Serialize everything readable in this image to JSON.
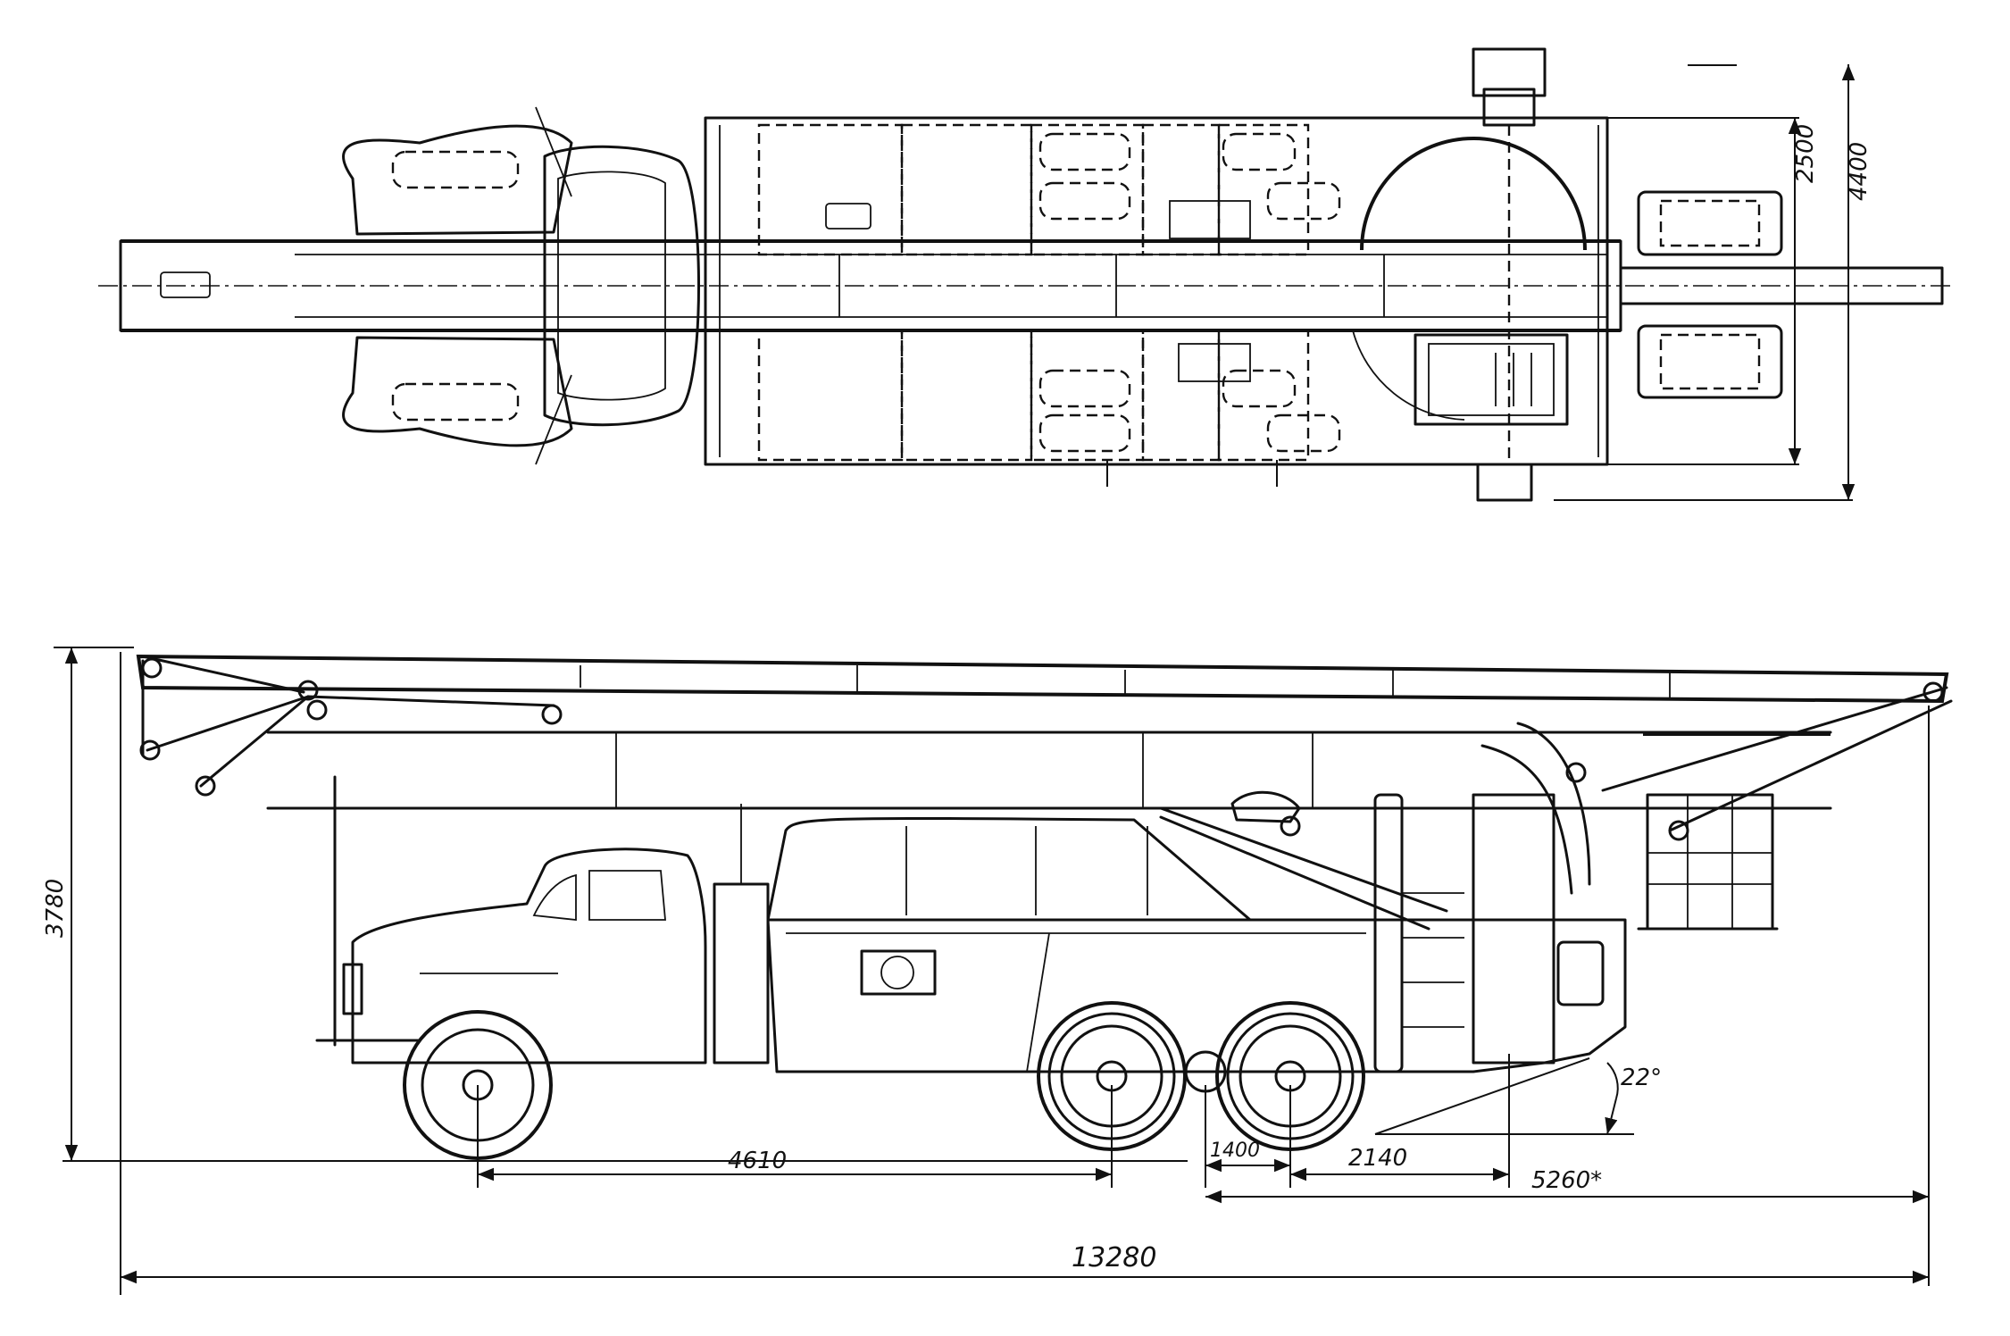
{
  "dimensions": {
    "overall_length": "13280",
    "height": "3780",
    "wheelbase_front": "4610",
    "rear_axle_spacing": "1400",
    "rear_overhang": "2140",
    "rear_total": "5260*",
    "departure_angle": "22°",
    "width_body": "2500",
    "width_outriggers": "4400"
  }
}
